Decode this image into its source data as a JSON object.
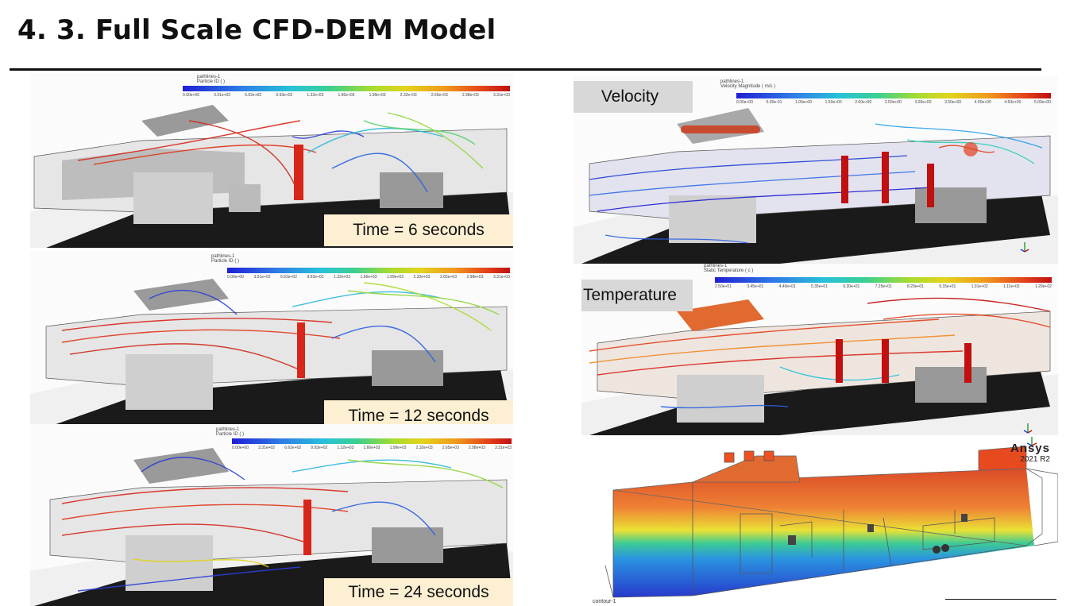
{
  "slide": {
    "title": "4. 3. Full Scale CFD-DEM Model"
  },
  "particle_panels": [
    {
      "legend_title": "pathlines-1\nParticle ID ( )",
      "ticks": [
        "0.00e+00",
        "3.31e+02",
        "6.62e+02",
        "9.93e+02",
        "1.32e+03",
        "1.66e+03",
        "1.99e+03",
        "2.32e+03",
        "2.65e+03",
        "2.98e+03",
        "3.31e+03"
      ],
      "time_label": "Time = 6 seconds"
    },
    {
      "legend_title": "pathlines-1\nParticle ID ( )",
      "ticks": [
        "0.00e+00",
        "3.31e+02",
        "6.62e+02",
        "9.93e+02",
        "1.32e+03",
        "1.66e+03",
        "1.99e+03",
        "2.32e+03",
        "2.65e+03",
        "2.98e+03",
        "3.31e+03"
      ],
      "time_label": "Time = 12 seconds"
    },
    {
      "legend_title": "pathlines-1\nParticle ID ( )",
      "ticks": [
        "0.00e+00",
        "3.31e+02",
        "6.62e+02",
        "9.93e+02",
        "1.32e+03",
        "1.66e+03",
        "1.99e+03",
        "2.32e+03",
        "2.65e+03",
        "2.98e+03",
        "3.31e+03"
      ],
      "time_label": "Time = 24 seconds"
    }
  ],
  "velocity_panel": {
    "tag": "Velocity",
    "legend_title": "pathlines-1\nVelocity Magnitude ( m/s )",
    "ticks": [
      "0.00e+00",
      "5.00e-01",
      "1.00e+00",
      "1.50e+00",
      "2.00e+00",
      "2.50e+00",
      "3.00e+00",
      "3.50e+00",
      "4.00e+00",
      "4.50e+00",
      "5.00e+00"
    ]
  },
  "temperature_panel": {
    "tag": "Temperature",
    "legend_title": "pathlines-1\nStatic Temperature ( c )",
    "ticks": [
      "2.50e+01",
      "3.45e+01",
      "4.40e+01",
      "5.35e+01",
      "6.30e+01",
      "7.25e+01",
      "8.20e+01",
      "9.15e+01",
      "1.01e+02",
      "1.11e+02",
      "1.20e+02"
    ]
  },
  "contour_panel": {
    "brand": "Ansys",
    "version": "2021 R2",
    "label": "contour-1"
  }
}
